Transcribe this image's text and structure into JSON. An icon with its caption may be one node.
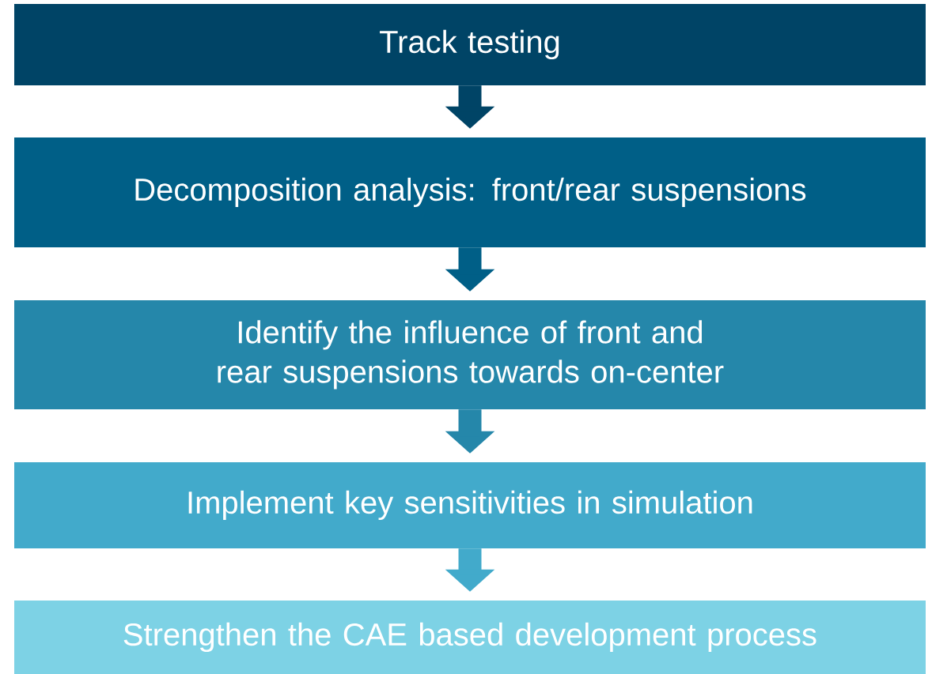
{
  "diagram": {
    "nodes": [
      {
        "text": [
          "Track testing"
        ]
      },
      {
        "text": [
          "Decomposition analysis: front/rear suspensions"
        ]
      },
      {
        "text": [
          "Identify the influence of front and rear suspensions towards on-center"
        ]
      },
      {
        "text": [
          "Implement key sensitivities in simulation"
        ]
      },
      {
        "text": [
          "Strengthen the CAE based development process"
        ]
      }
    ],
    "edges": [
      {
        "from": 0,
        "to": 1,
        "arrow": "to",
        "color": "#004466"
      },
      {
        "from": 1,
        "to": 2,
        "arrow": "to",
        "color": "#005f87"
      },
      {
        "from": 2,
        "to": 3,
        "arrow": "to",
        "color": "#2587aa"
      },
      {
        "from": 3,
        "to": 4,
        "arrow": "to",
        "color": "#42aacb"
      }
    ]
  }
}
